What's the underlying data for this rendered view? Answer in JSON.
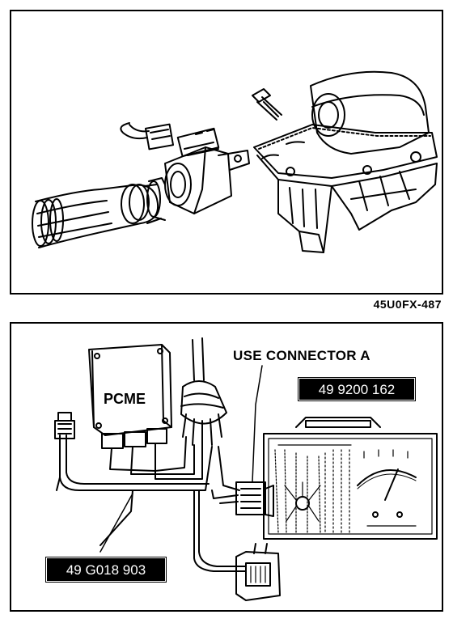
{
  "top_panel": {
    "figure_code": "45U0FX-487"
  },
  "bottom_panel": {
    "connector_label": "USE CONNECTOR A",
    "module_label": "PCME",
    "tool_tag_1": "49 9200 162",
    "tool_tag_2": "49 G018 903"
  },
  "colors": {
    "ink": "#000000",
    "paper": "#ffffff"
  }
}
